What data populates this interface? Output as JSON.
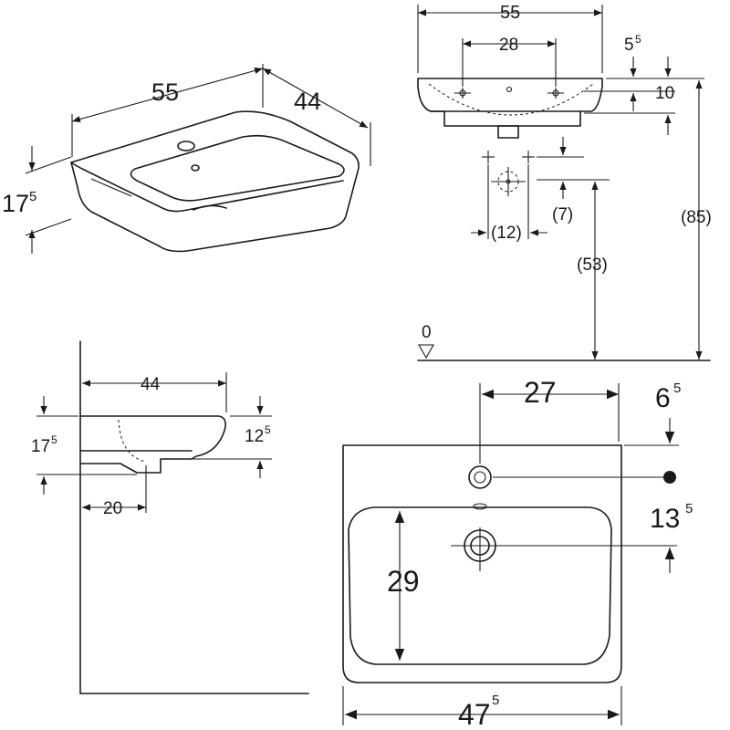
{
  "iso_view": {
    "width": "55",
    "depth": "44",
    "height_main": "17",
    "height_sup": "5"
  },
  "front_view": {
    "width": "55",
    "tap_spacing": "28",
    "top_to_rim_main": "5",
    "top_to_rim_sup": "5",
    "rim_height": "10",
    "outlet_spacing": "(12)",
    "outlet_offset": "(7)",
    "outlet_height": "(53)",
    "total_height": "(85)",
    "floor_label": "0"
  },
  "side_view": {
    "depth": "44",
    "height_main": "17",
    "height_sup": "5",
    "bowl_main": "12",
    "bowl_sup": "5",
    "drain_offset": "20"
  },
  "plan_view": {
    "tap_hole_offset": "27",
    "top_offset_main": "6",
    "top_offset_sup": "5",
    "waste_offset_main": "13",
    "waste_offset_sup": "5",
    "bowl_depth": "29",
    "width_main": "47",
    "width_sup": "5"
  }
}
